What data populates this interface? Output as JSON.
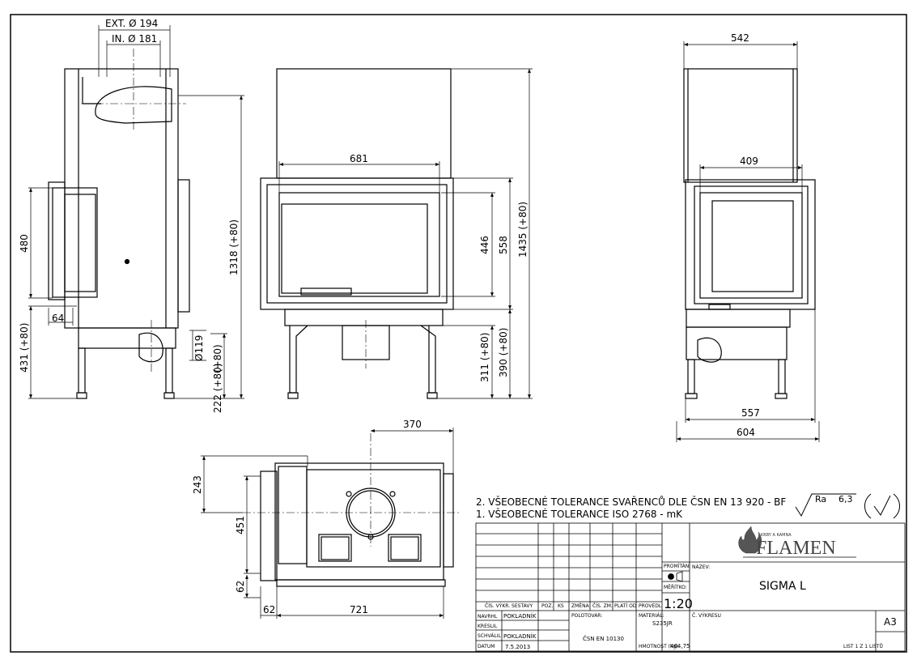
{
  "dimensions": {
    "ext_dia": "EXT. Ø 194",
    "in_dia": "IN. Ø 181",
    "d1318": "1318 (+80)",
    "d480": "480",
    "d64": "64",
    "d431": "431 (+80)",
    "d119": "Ø119",
    "d80": "(+80)",
    "d222": "222 (+80)",
    "d681": "681",
    "d446": "446",
    "d558": "558",
    "d1435": "1435 (+80)",
    "d311": "311 (+80)",
    "d390": "390 (+80)",
    "d542": "542",
    "d409": "409",
    "d557": "557",
    "d604": "604",
    "d370": "370",
    "d243": "243",
    "d451": "451",
    "d62v": "62",
    "d62h": "62",
    "d721": "721"
  },
  "notes": {
    "line2": "2. VŠEOBECNÉ TOLERANCE SVAŘENCŮ DLE ČSN EN 13 920 - BF",
    "line1": "1. VŠEOBECNÉ TOLERANCE ISO 2768 - mK",
    "ra_label": "Ra",
    "ra_value": "6,3"
  },
  "title_block": {
    "col_headers": [
      "ČÍS. VÝKR. SESTAVY",
      "POZ.",
      "KS",
      "ZMĚNA",
      "ČÍS. ZM.",
      "PLATÍ OD",
      "PROVEDL"
    ],
    "promitani": "PROMÍTÁNÍ",
    "meritko_label": "MĚŘÍTKO:",
    "meritko": "1:20",
    "nazev_label": "NÁZEV:",
    "nazev": "SIGMA L",
    "navrhl_label": "NAVRHL",
    "navrhl": "POKLADNÍK",
    "kreslil_label": "KRESLIL",
    "schvalil_label": "SCHVÁLIL",
    "schvalil": "POKLADNÍK",
    "datum_label": "DATUM",
    "datum": "7.5.2013",
    "polotovar_label": "POLOTOVAR:",
    "polotovar": "ČSN EN 10130",
    "material_label": "MATERIÁL:",
    "material": "S235JR",
    "hmotnost_label": "HMOTNOST (kg):",
    "hmotnost": "464,75",
    "c_vykresu_label": "Č. VÝKRESU",
    "format": "A3",
    "list": "LIST 1 Z 1 LISTŮ"
  },
  "logo": {
    "tagline": "KRBY A KAMNA",
    "brand": "FLAMEN"
  }
}
